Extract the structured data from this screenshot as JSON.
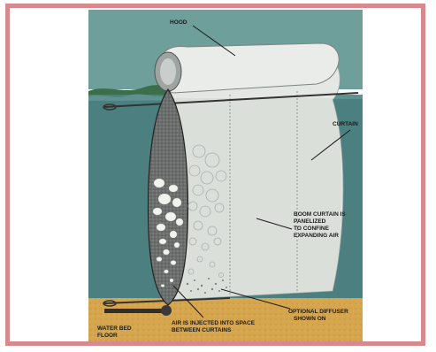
{
  "diagram": {
    "labels": {
      "hood": "HOOD",
      "curtain": "CURTAIN",
      "boom_curtain": [
        "BOOM CURTAIN IS",
        "PANELIZED",
        "TO CONFINE",
        "EXPANDING AIR"
      ],
      "optional_diffuser": [
        "OPTIONAL DIFFUSER",
        "SHOWN ON"
      ],
      "air_injected": [
        "AIR IS INJECTED INTO SPACE",
        "BETWEEN CURTAINS"
      ],
      "water_bed_floor": [
        "WATER BED",
        "FLOOR"
      ]
    },
    "colors": {
      "frame_border": "#d9888b",
      "sky": "#6f9f9a",
      "water": "#4c7f80",
      "distant_land": "#3d6e4a",
      "sea_floor": "#d6a64f",
      "curtain": "#e4e7e3",
      "bubble_column": "#6d706f"
    }
  }
}
